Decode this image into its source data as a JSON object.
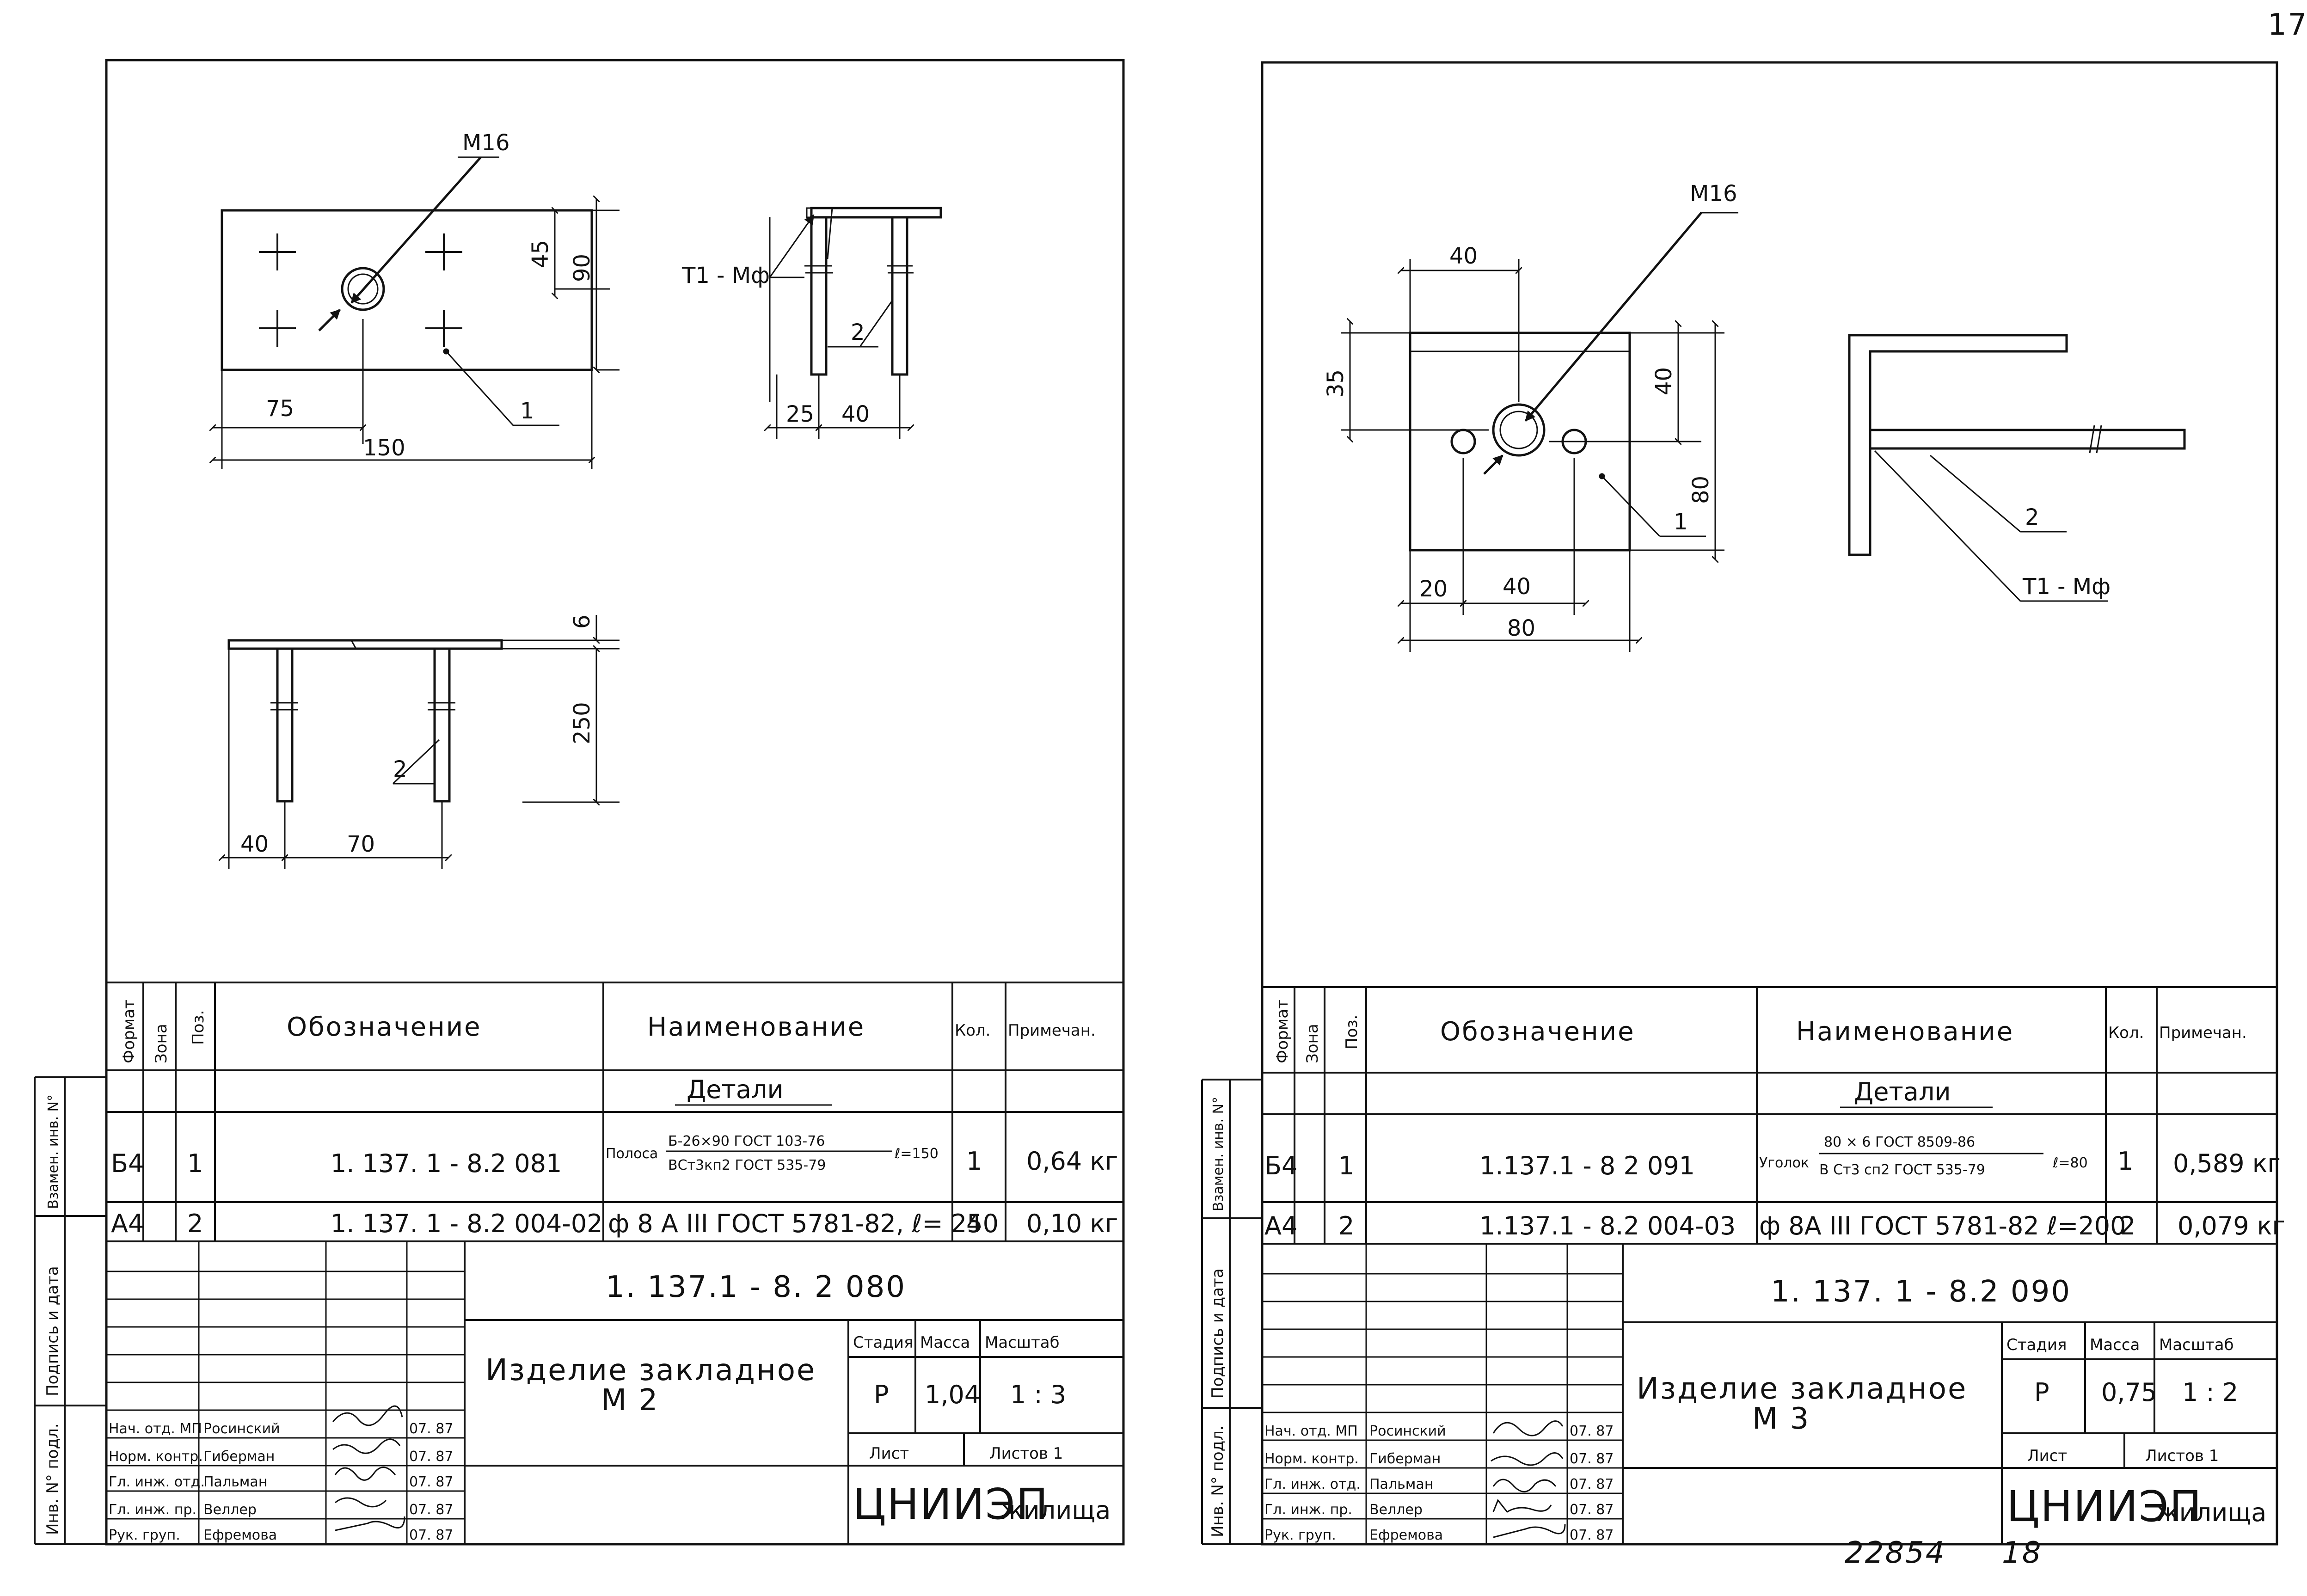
{
  "page_number": "17",
  "footer": {
    "inventory_number": "22854",
    "sheet_mark": "18"
  },
  "side_labels": [
    "Инв. N° подл.",
    "Подпись и дата",
    "Взамен. инв. N°"
  ],
  "table_header": {
    "format": "Формат",
    "zone": "Зона",
    "pos": "Поз.",
    "designation": "Обозначение",
    "name": "Наименование",
    "qty": "Кол.",
    "note": "Примечан."
  },
  "stamp_labels": {
    "stage": "Стадия",
    "mass": "Масса",
    "scale": "Масштаб",
    "sheet": "Лист",
    "sheets": "Листов 1",
    "org_big": "ЦНИИЭП",
    "org_small": "жилища"
  },
  "staff": [
    {
      "role": "Нач. отд. МП",
      "name": "Росинский",
      "date": "07. 87"
    },
    {
      "role": "Норм. контр.",
      "name": "Гиберман",
      "date": "07. 87"
    },
    {
      "role": "Гл. инж. отд.",
      "name": "Пальман",
      "date": "07. 87"
    },
    {
      "role": "Гл. инж. пр.",
      "name": "Веллер",
      "date": "07. 87"
    },
    {
      "role": "Рук. груп.",
      "name": "Ефремова",
      "date": "07. 87"
    }
  ],
  "sheets": [
    {
      "id": "m2",
      "labels": {
        "bolt": "М16",
        "weld": "Т1 - Мф",
        "part1": "1",
        "part2": "2"
      },
      "dims": {
        "plate_width": "150",
        "half_width": "75",
        "plate_height": "90",
        "hole_offset": "45",
        "side_left": "25",
        "side_bar_gap": "40",
        "bottom_left": "40",
        "bottom_bar_gap": "70",
        "bar_length": "250",
        "plate_thickness": "6"
      },
      "section": "Детали",
      "rows": [
        {
          "format": "Б4",
          "pos": "1",
          "designation": "1. 137. 1 - 8.2   081",
          "name_prefix": "Полоса",
          "name_top": "Б-26×90 ГОСТ 103-76",
          "name_bottom": "ВСт3кп2 ГОСТ 535-79",
          "name_suffix": "ℓ=150",
          "qty": "1",
          "note": "0,64 кг"
        },
        {
          "format": "А4",
          "pos": "2",
          "designation": "1. 137. 1 - 8.2 004-02",
          "name": "ф 8 А III  ГОСТ 5781-82,  ℓ= 250",
          "qty": "4",
          "note": "0,10 кг"
        }
      ],
      "doc_number": "1. 137.1 - 8. 2      080",
      "title_line1": "Изделие закладное",
      "title_line2": "М 2",
      "stage": "Р",
      "mass": "1,04",
      "scale": "1 : 3"
    },
    {
      "id": "m3",
      "labels": {
        "bolt": "М16",
        "weld": "Т1 - Мф",
        "part1": "1",
        "part2": "2"
      },
      "dims": {
        "top_offset": "40",
        "left_offset": "35",
        "height_top": "40",
        "height_total": "80",
        "bottom_left": "20",
        "bottom_gap": "40",
        "bottom_total": "80"
      },
      "section": "Детали",
      "rows": [
        {
          "format": "Б4",
          "pos": "1",
          "designation": "1.137.1 - 8 2   091",
          "name_prefix": "Уголок",
          "name_top": "80 × 6 ГОСТ 8509-86",
          "name_bottom": "В Ст3 сп2 ГОСТ 535-79",
          "name_suffix": "ℓ=80",
          "qty": "1",
          "note": "0,589 кг"
        },
        {
          "format": "А4",
          "pos": "2",
          "designation": "1.137.1 - 8.2 004-03",
          "name": "ф 8А III  ГОСТ 5781-82  ℓ=200",
          "qty": "2",
          "note": "0,079 кг"
        }
      ],
      "doc_number": "1. 137. 1 - 8.2      090",
      "title_line1": "Изделие закладное",
      "title_line2": "М 3",
      "stage": "Р",
      "mass": "0,75",
      "scale": "1 : 2"
    }
  ]
}
